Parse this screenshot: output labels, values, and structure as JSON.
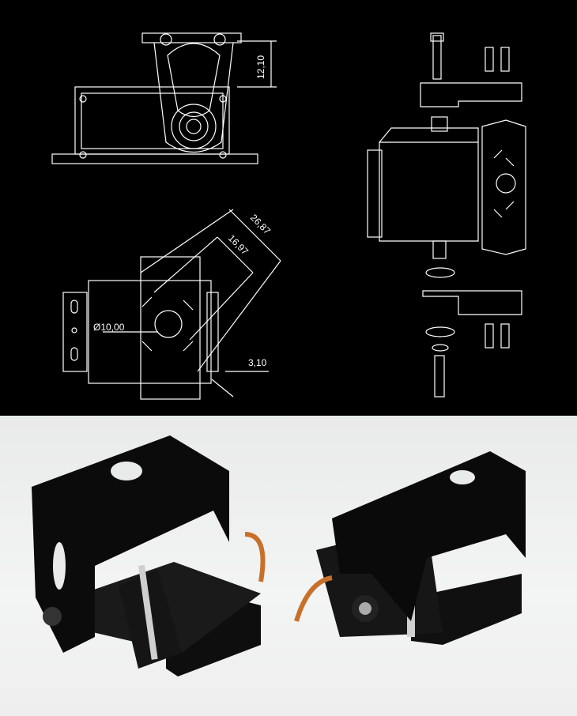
{
  "drawing": {
    "dimensions": {
      "arm_height": "12,10",
      "outer_diagonal": "26,87",
      "inner_diagonal": "16,97",
      "hole_diameter": "Ø10,00",
      "thickness": "3,10"
    }
  },
  "colors": {
    "drawing_background": "#000000",
    "line_color": "#ffffff",
    "photo_background": "#eeefef",
    "servo_body": "#151515"
  }
}
